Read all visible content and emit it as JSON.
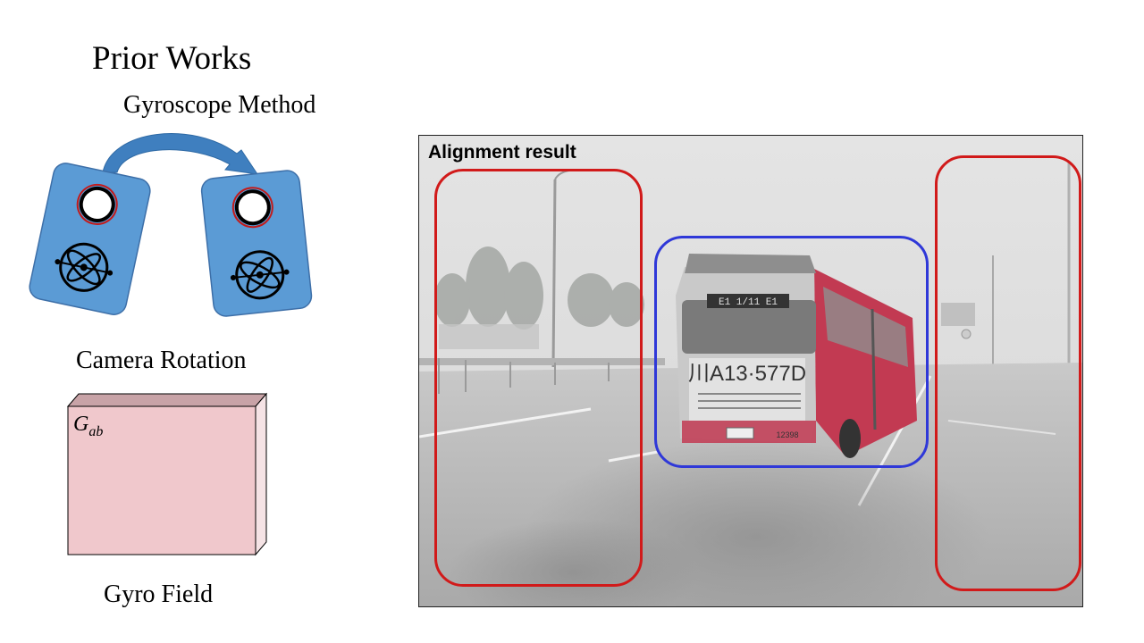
{
  "slide": {
    "title": "Prior Works",
    "subtitle": "Gyroscope Method",
    "camera_label": "Camera Rotation",
    "gyro_field_label": "Gyro Field",
    "gyro_symbol": "G",
    "gyro_symbol_subscript": "ab"
  },
  "photo": {
    "caption": "Alignment result",
    "plate_text": "川A13·577D",
    "display_text": "E1 1/11 E1",
    "fleet_number": "12398"
  },
  "icons": {
    "rotation_arrow": "curved-arrow-icon",
    "phone": "phone-camera-icon",
    "gyroscope": "gyroscope-icon",
    "gyro_field": "3d-box-icon"
  },
  "colors": {
    "phone_blue": "#5b9bd5",
    "arrow_blue": "#3f7fbf",
    "field_pink": "#f0c8cc",
    "field_top": "#c8a3a7",
    "highlight_red": "#d11a1a",
    "highlight_blue": "#2f38d8",
    "bus_red": "#c23a52"
  }
}
